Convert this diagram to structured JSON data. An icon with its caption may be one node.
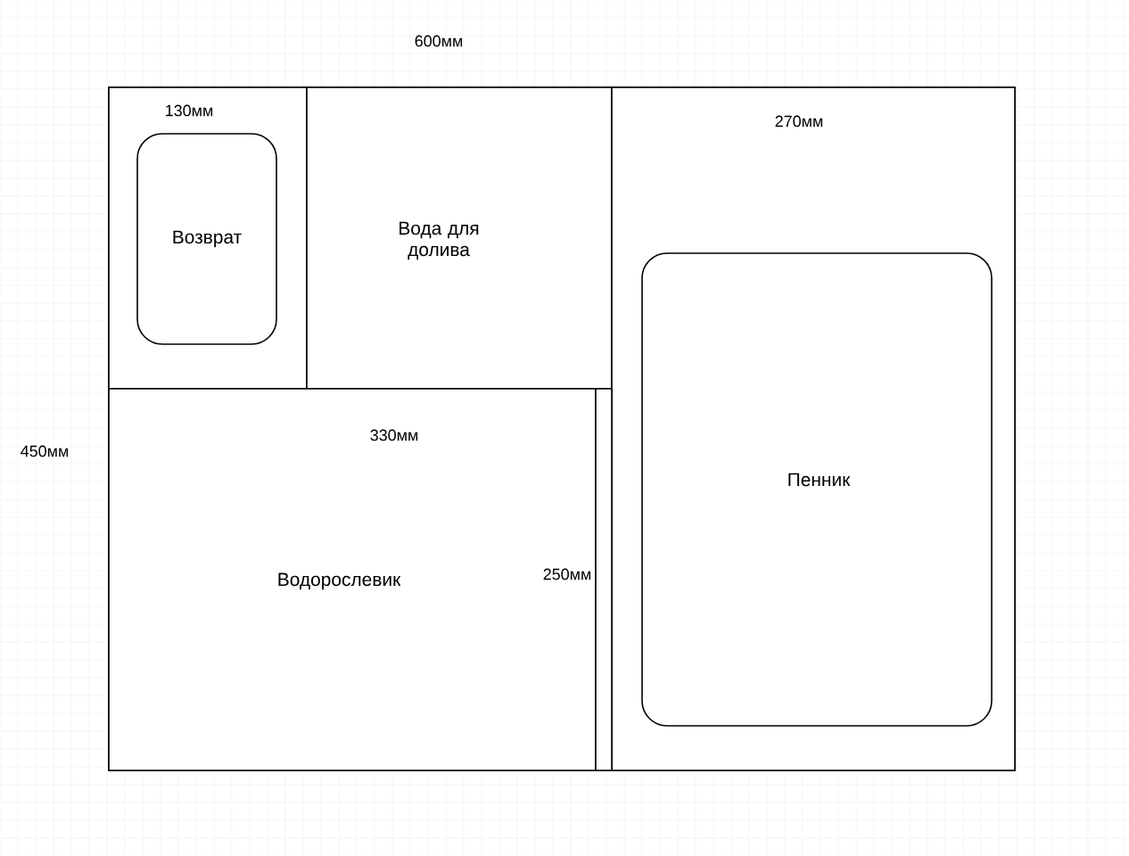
{
  "diagram": {
    "nodes": [
      {
        "text": [],
        "shape": "box"
      },
      {
        "text": [],
        "shape": "box",
        "in": 0
      },
      {
        "text": [
          "Возврат"
        ],
        "in": 1
      },
      {
        "text": [
          "Вода для долива"
        ],
        "in": 0
      },
      {
        "text": [],
        "shape": "box",
        "in": 0
      },
      {
        "text": [
          "Пенник"
        ],
        "in": 4
      },
      {
        "text": [
          "Водорослевик"
        ],
        "in": 0
      },
      {
        "text": [],
        "shape": "box",
        "in": 0
      }
    ],
    "labels": [
      "600мм",
      "130мм",
      "270мм",
      "450мм",
      "330мм",
      "250мм"
    ]
  }
}
